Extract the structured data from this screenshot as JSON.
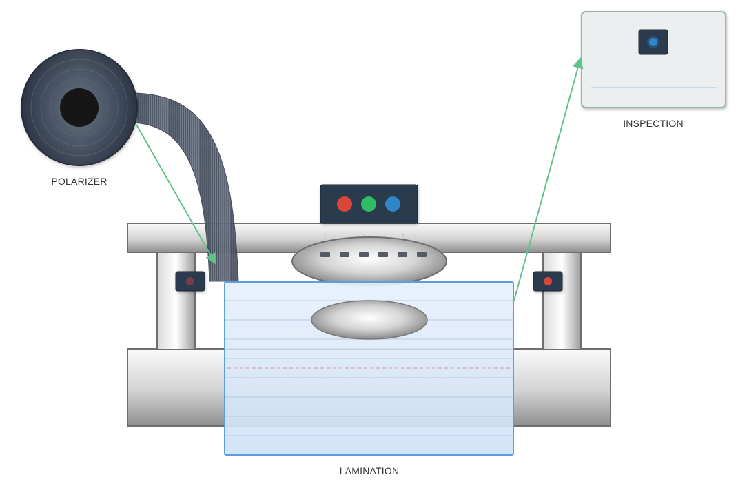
{
  "labels": {
    "polarizer": "POLARIZER",
    "lamination": "LAMINATION",
    "inspection": "INSPECTION"
  },
  "colors": {
    "panel_dark": "#2c3a4e",
    "led_red": "#d9473b",
    "led_green": "#2ebd63",
    "led_blue": "#2f86c9",
    "flow_arrow": "#5fc28a",
    "film_fill": "#dbe9f8",
    "film_border": "#5e9ee0",
    "frame_gray": "#bdbdbd"
  },
  "status_lights": [
    "red",
    "green",
    "blue"
  ],
  "icons": {
    "left_indicator": "red-indicator-dim",
    "right_indicator": "red-indicator-lit",
    "inspection_indicator": "blue-indicator-lit"
  }
}
